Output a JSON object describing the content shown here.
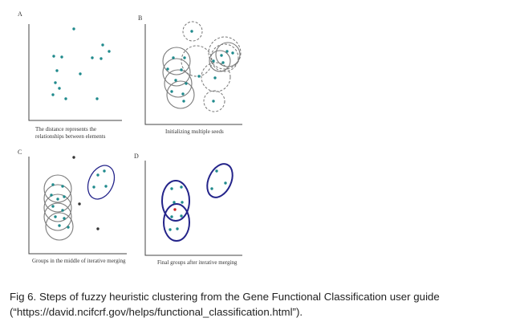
{
  "panels": [
    {
      "letter": "A",
      "caption_lines": [
        "The distance represents the",
        "relationships between elements"
      ]
    },
    {
      "letter": "B",
      "caption_lines": [
        "Initializing multiple seeds"
      ]
    },
    {
      "letter": "C",
      "caption_lines": [
        "Groups in the middle of iterative merging"
      ]
    },
    {
      "letter": "D",
      "caption_lines": [
        "Final groups after iterative merging"
      ]
    }
  ],
  "colors": {
    "point": "#1f8a8c",
    "axis": "#444444",
    "gray_circle": "#7a7a7a",
    "dashed_circle": "#777777",
    "blue_group": "#24248a",
    "outlier": "#333333",
    "highlight_point": "#cc2222"
  },
  "caption": {
    "line1": "Fig 6. Steps of fuzzy heuristic clustering from the Gene Functional Classification user guide",
    "line2": "(“https://david.ncifcrf.gov/helps/functional_classification.html”)."
  }
}
